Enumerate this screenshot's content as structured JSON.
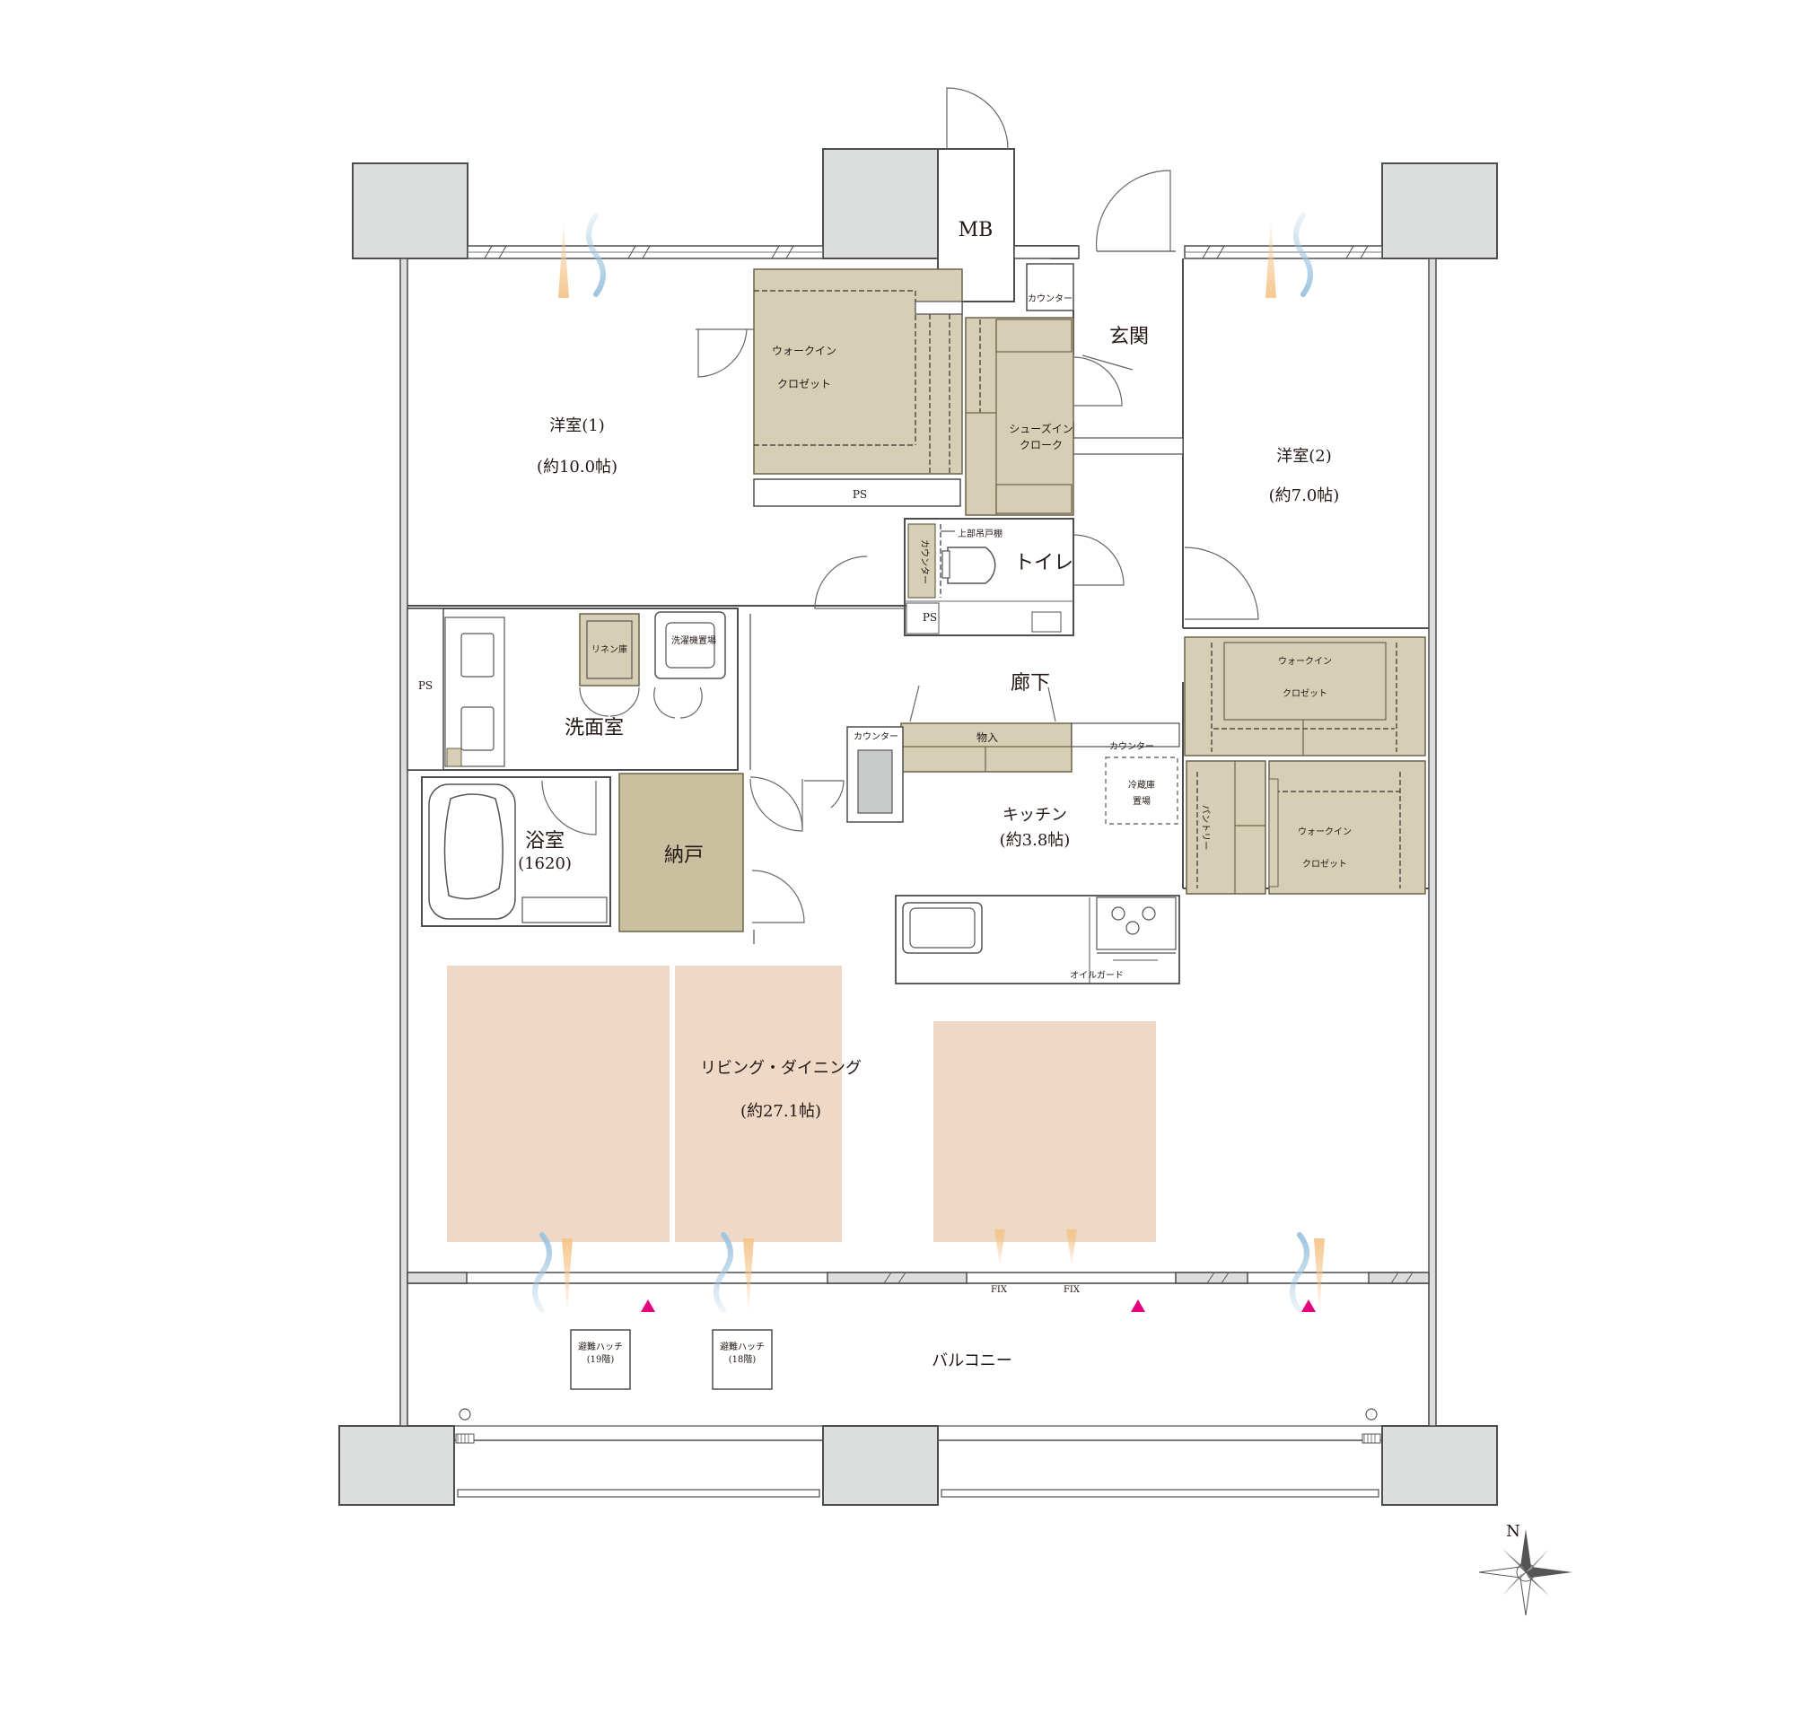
{
  "colors": {
    "closet": "#d6cfb5",
    "floor_furniture": "#efd8c6",
    "pillar": "#dcdddd",
    "sink": "#c9caca",
    "airflow_light": "#f5c48a",
    "airflow_wind": "#9fc5e0",
    "evac_marker": "#e4007f"
  },
  "rooms": {
    "western1_name": "洋室(1)",
    "western1_size": "(約10.0帖)",
    "western2_name": "洋室(2)",
    "western2_size": "(約7.0帖)",
    "entrance": "玄関",
    "toilet": "トイレ",
    "hallway": "廊下",
    "washroom": "洗面室",
    "bathroom_name": "浴室",
    "bathroom_size": "(1620)",
    "storeroom": "納戸",
    "kitchen_name": "キッチン",
    "kitchen_size": "(約3.8帖)",
    "living_name": "リビング・ダイニング",
    "living_size": "(約27.1帖)",
    "balcony": "バルコニー"
  },
  "labels": {
    "mb": "MB",
    "counter_entrance": "カウンター",
    "wic1_line1": "ウォークイン",
    "wic1_line2": "クロゼット",
    "ps_top": "PS",
    "shoe_line1": "シューズイン",
    "shoe_line2": "クローク",
    "toilet_counter": "カウンター",
    "upper_cabinet": "上部吊戸棚",
    "ps_toilet": "PS",
    "ps_left": "PS",
    "linen": "リネン庫",
    "washer": "洗濯機置場",
    "counter_left": "カウンター",
    "storage": "物入",
    "counter_right": "カウンター",
    "fridge_line1": "冷蔵庫",
    "fridge_line2": "置場",
    "pantry": "パントリー",
    "wic2_line1": "ウォークイン",
    "wic2_line2": "クロゼット",
    "wic3_line1": "ウォークイン",
    "wic3_line2": "クロゼット",
    "oil_guard": "オイルガード",
    "fix1": "FIX",
    "fix2": "FIX",
    "hatch19_line1": "避難ハッチ",
    "hatch19_line2": "(19階)",
    "hatch18_line1": "避難ハッチ",
    "hatch18_line2": "(18階)",
    "north": "N"
  }
}
